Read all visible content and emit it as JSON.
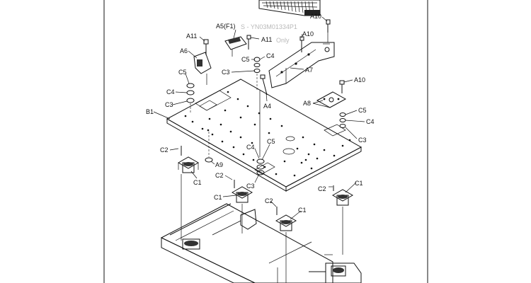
{
  "watermark": {
    "line1": "S - YN03M01334P1",
    "line2": "Only"
  },
  "callouts": {
    "A10_top": "A10",
    "A5F1": "A5(F1)",
    "A11_left": "A11",
    "A11_mid": "A11",
    "A10_mid": "A10",
    "A6": "A6",
    "C5_upper": "C5",
    "C4_upper": "C4",
    "C3_upper": "C3",
    "A7": "A7",
    "A10_right": "A10",
    "C5_left": "C5",
    "C4_left": "C4",
    "C3_left": "C3",
    "A4": "A4",
    "A8": "A8",
    "B1": "B1",
    "C5_right": "C5",
    "C4_right": "C4",
    "C3_right": "C3",
    "C2_left": "C2",
    "A9": "A9",
    "C4_center": "C4",
    "C5_center": "C5",
    "C1_left": "C1",
    "C3_center": "C3",
    "C2_center": "C2",
    "C1_center": "C1",
    "C2_right": "C2",
    "C1_right": "C1",
    "C2_lower": "C2",
    "C1_lower": "C1"
  }
}
